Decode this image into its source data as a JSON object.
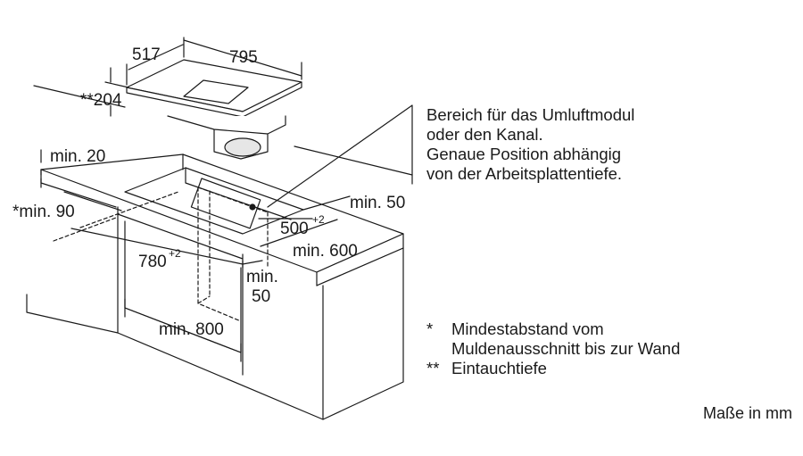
{
  "dimensions": {
    "width_517": "517",
    "width_795": "795",
    "depth_204": "**204",
    "min_20": "min. 20",
    "min_90": "*min. 90",
    "min_50_right": "min. 50",
    "d_500": "500",
    "d_500_tol": "+2",
    "min_600": "min. 600",
    "d_780": "780",
    "d_780_tol": "+2",
    "min_50_mid_line1": "min.",
    "min_50_mid_line2": "50",
    "min_800": "min. 800"
  },
  "note": {
    "line1": "Bereich für das Umluftmodul",
    "line2": "oder den Kanal.",
    "line3": "Genaue Position abhängig",
    "line4": "von der Arbeitsplattentiefe."
  },
  "legend": [
    {
      "mark": "*",
      "lines": [
        "Mindestabstand vom",
        "Muldenausschnitt bis zur Wand"
      ]
    },
    {
      "mark": "**",
      "lines": [
        "Eintauchtiefe"
      ]
    }
  ],
  "units": "Maße in mm"
}
